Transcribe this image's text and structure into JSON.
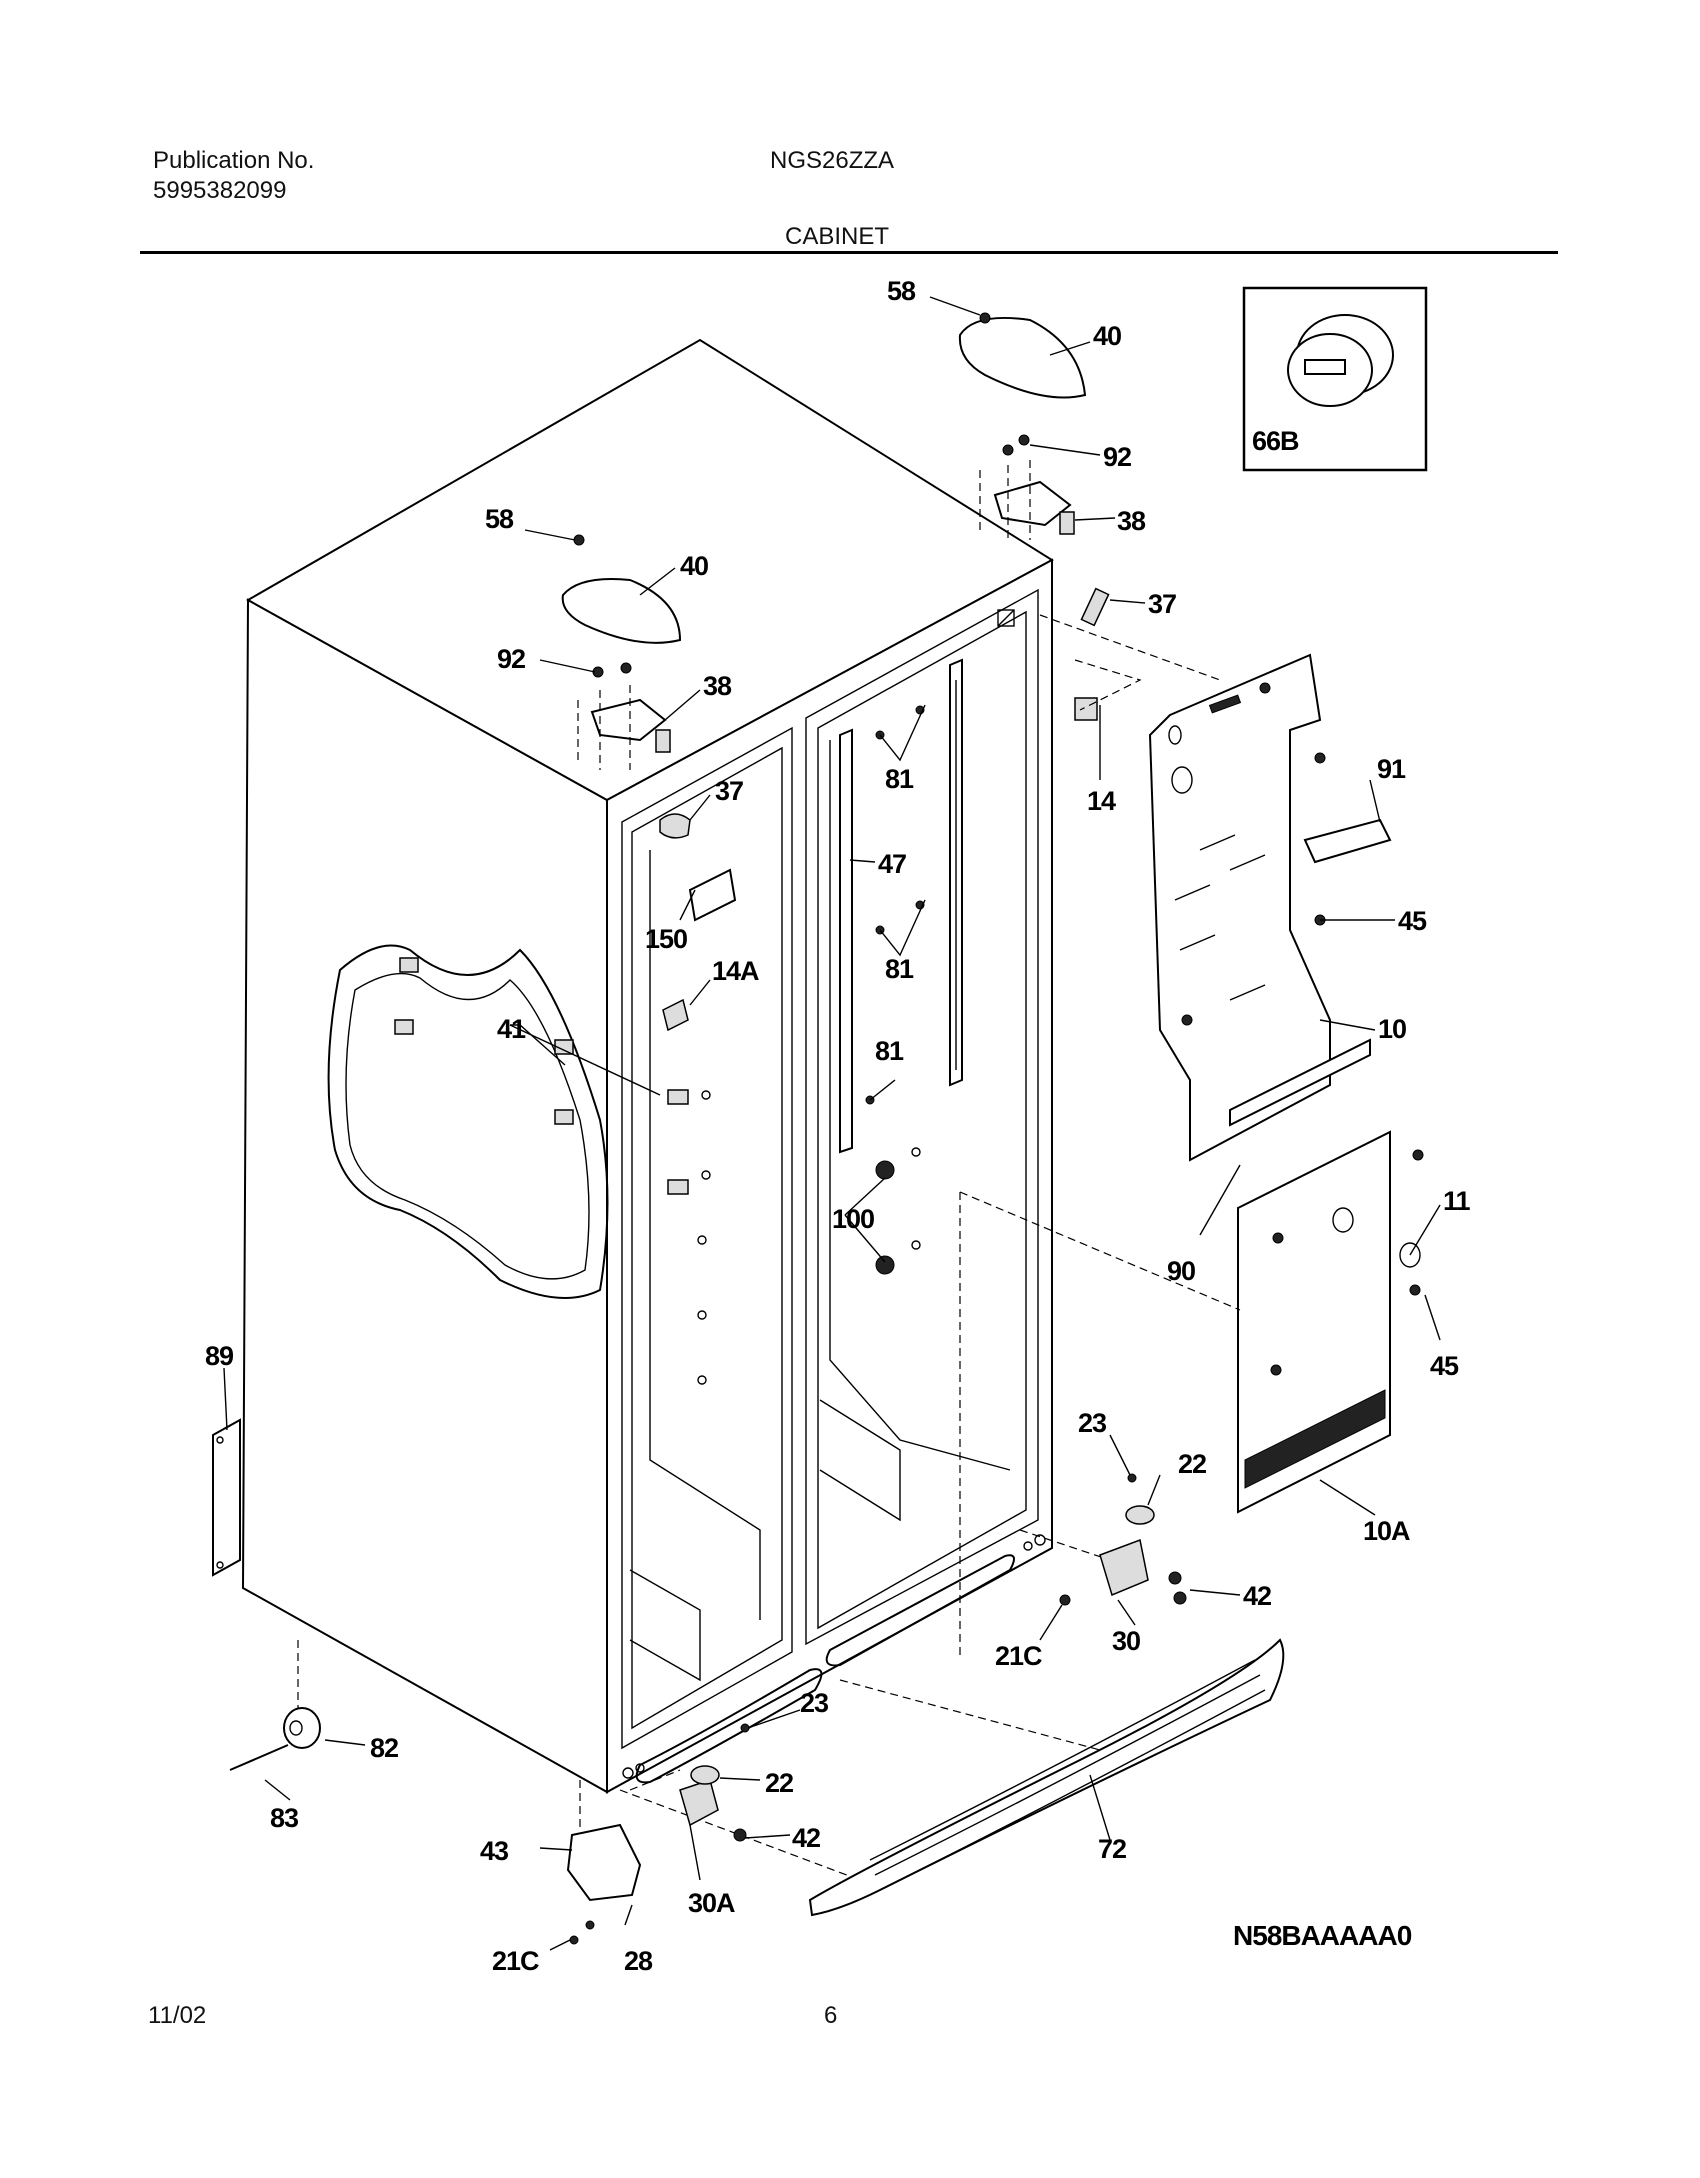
{
  "header": {
    "publication_label": "Publication No.",
    "publication_number": "5995382099",
    "model": "NGS26ZZA",
    "section_title": "CABINET"
  },
  "footer": {
    "date": "11/02",
    "page_number": "6"
  },
  "diagram": {
    "code": "N58BAAAAA0",
    "inset_label": "66B",
    "callouts": [
      "58",
      "40",
      "92",
      "38",
      "37",
      "58",
      "40",
      "92",
      "38",
      "37",
      "81",
      "47",
      "81",
      "81",
      "14",
      "91",
      "45",
      "10",
      "150",
      "14A",
      "41",
      "100",
      "11",
      "90",
      "45",
      "89",
      "23",
      "22",
      "42",
      "30",
      "21C",
      "10A",
      "23",
      "22",
      "42",
      "72",
      "82",
      "83",
      "43",
      "30A",
      "21C",
      "28"
    ]
  }
}
